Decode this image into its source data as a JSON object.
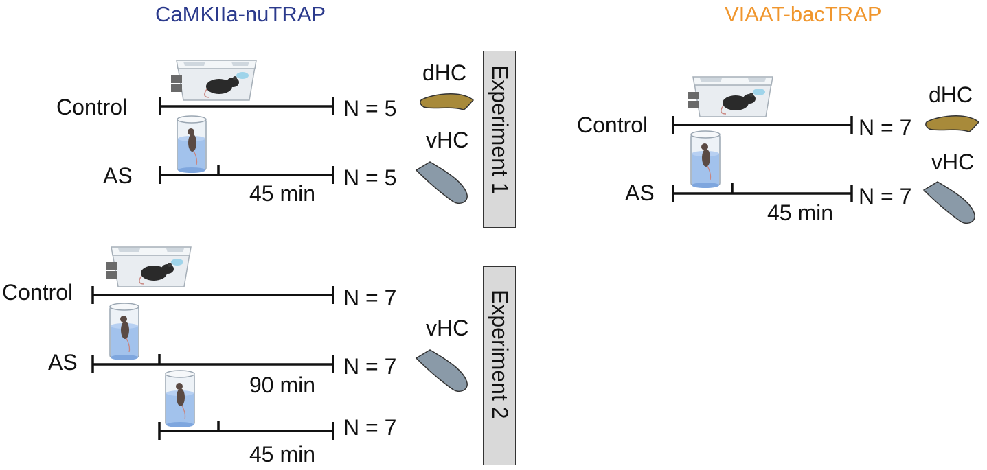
{
  "panels": {
    "camk": {
      "title": "CaMKIIa-nuTRAP",
      "title_color": "#2b3a8c",
      "experiment1": {
        "label": "Experiment 1",
        "control_label": "Control",
        "as_label": "AS",
        "control_n": "N = 5",
        "as_n": "N = 5",
        "duration": "45 min",
        "region_top": "dHC",
        "region_bottom": "vHC"
      },
      "experiment2": {
        "label": "Experiment 2",
        "control_label": "Control",
        "as_label": "AS",
        "control_n": "N = 7",
        "as_n": "N = 7",
        "third_n": "N = 7",
        "duration_as": "90 min",
        "duration_third": "45 min",
        "region": "vHC"
      }
    },
    "viaat": {
      "title": "VIAAT-bacTRAP",
      "title_color": "#f0962d",
      "control_label": "Control",
      "as_label": "AS",
      "control_n": "N = 7",
      "as_n": "N = 7",
      "duration": "45 min",
      "region_top": "dHC",
      "region_bottom": "vHC"
    }
  },
  "colors": {
    "dhc_fill": "#a88a3a",
    "vhc_fill": "#8a9aa8",
    "experiment_box": "#d9d9d9",
    "line": "#111111"
  },
  "icons": [
    "home-cage-icon",
    "water-beaker-icon",
    "mouse-icon",
    "dorsal-hippocampus-icon",
    "ventral-hippocampus-icon"
  ]
}
